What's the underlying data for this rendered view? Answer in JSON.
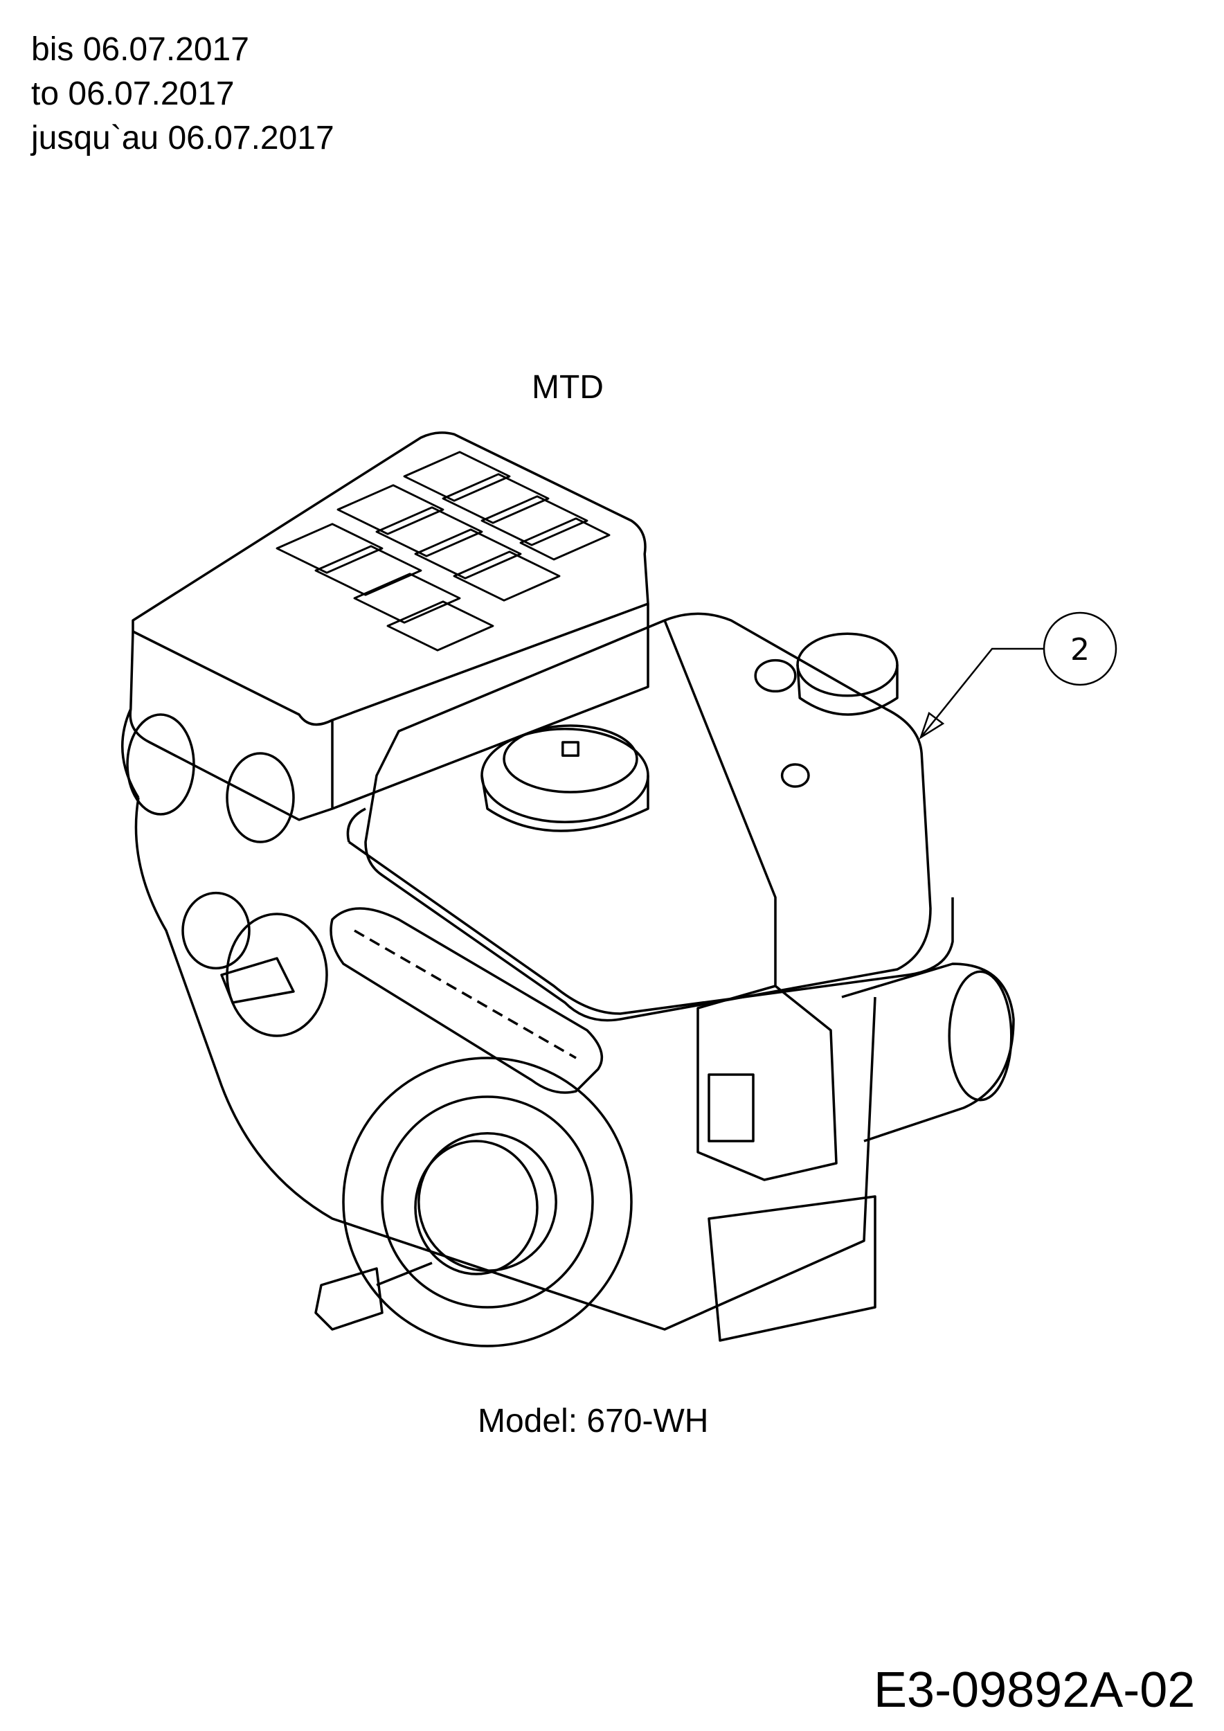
{
  "validity": {
    "de": "bis 06.07.2017",
    "en": "to 06.07.2017",
    "fr": "jusqu`au 06.07.2017"
  },
  "brand": "MTD",
  "callouts": [
    {
      "number": "2"
    }
  ],
  "model_label": "Model: 670-WH",
  "document_id": "E3-09892A-02"
}
